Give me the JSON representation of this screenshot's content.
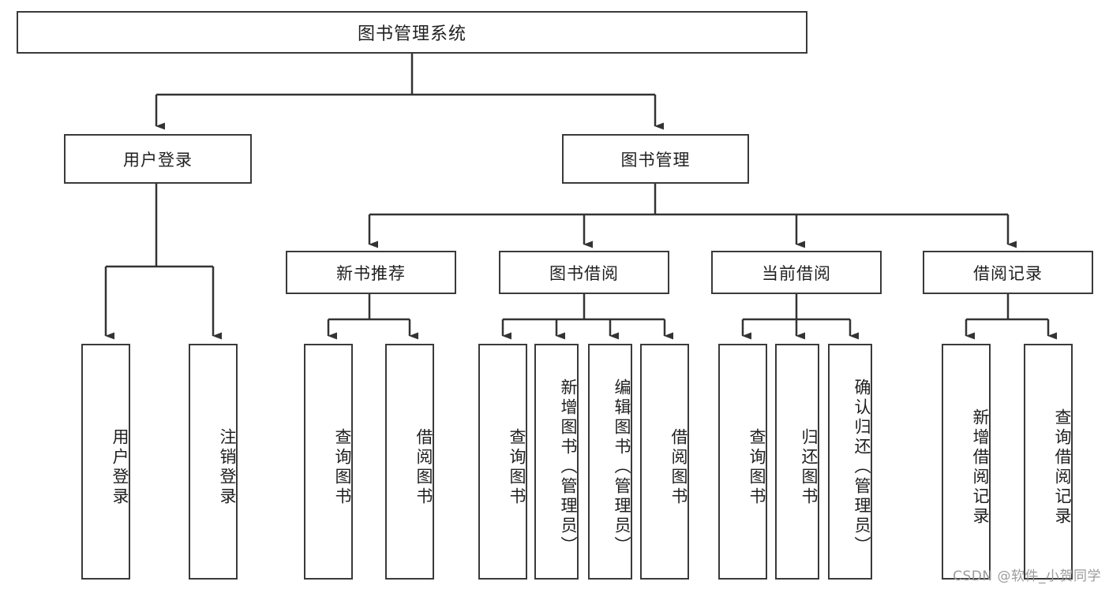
{
  "diagram": {
    "title": "图书管理系统",
    "watermark": "CSDN @软件_小贺同学",
    "colors": {
      "box_border": "#3a3a3a",
      "connector": "#333333",
      "background": "#ffffff",
      "watermark": "#9b9b9b"
    },
    "levels": {
      "root": {
        "label": "图书管理系统"
      },
      "level2": [
        {
          "label": "用户登录"
        },
        {
          "label": "图书管理"
        }
      ],
      "level3": [
        {
          "label": "新书推荐"
        },
        {
          "label": "图书借阅"
        },
        {
          "label": "当前借阅"
        },
        {
          "label": "借阅记录"
        }
      ],
      "leaves": {
        "user_login": [
          {
            "label": "用户登录"
          },
          {
            "label": "注销登录"
          }
        ],
        "new_book_recommend": [
          {
            "label": "查询图书"
          },
          {
            "label": "借阅图书"
          }
        ],
        "book_borrow": [
          {
            "label": "查询图书"
          },
          {
            "label": "新增图书（管理员）"
          },
          {
            "label": "编辑图书（管理员）"
          },
          {
            "label": "借阅图书"
          }
        ],
        "current_borrow": [
          {
            "label": "查询图书"
          },
          {
            "label": "归还图书"
          },
          {
            "label": "确认归还（管理员）"
          }
        ],
        "borrow_record": [
          {
            "label": "新增借阅记录"
          },
          {
            "label": "查询借阅记录"
          }
        ]
      }
    }
  }
}
